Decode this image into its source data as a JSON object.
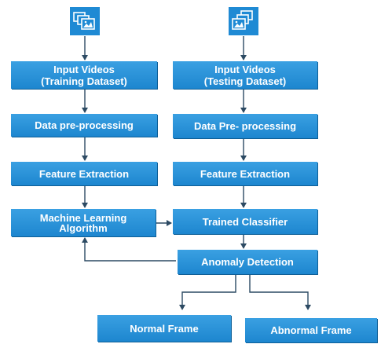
{
  "colors": {
    "box_fill": "#2594dc",
    "box_text": "#ffffff",
    "line": "#2c4a63",
    "background": "#ffffff"
  },
  "icons": {
    "training": "image-stack-icon",
    "testing": "image-stack-icon"
  },
  "training": {
    "input_line1": "Input Videos",
    "input_line2": "(Training Dataset)",
    "preprocessing": "Data pre-processing",
    "feature_extraction": "Feature Extraction",
    "ml_line1": "Machine Learning",
    "ml_line2": "Algorithm"
  },
  "testing": {
    "input_line1": "Input Videos",
    "input_line2": "(Testing Dataset)",
    "preprocessing": "Data Pre- processing",
    "feature_extraction": "Feature Extraction",
    "classifier": "Trained Classifier",
    "anomaly": "Anomaly Detection"
  },
  "outputs": {
    "normal": "Normal Frame",
    "abnormal": "Abnormal Frame"
  }
}
